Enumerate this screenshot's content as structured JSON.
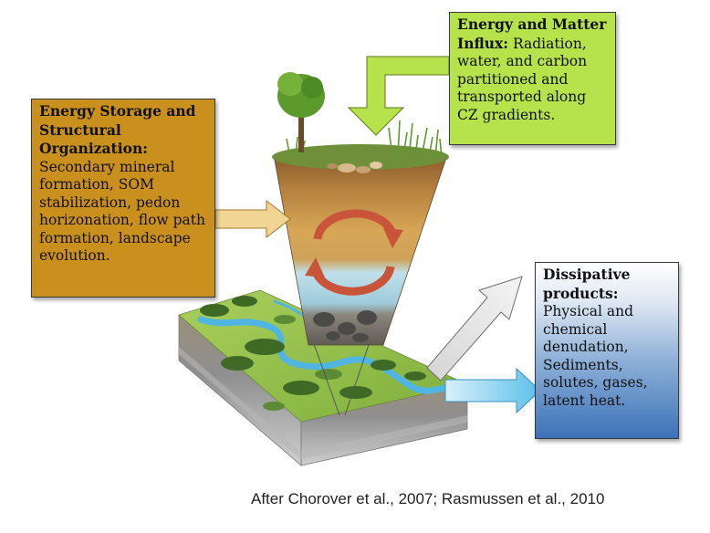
{
  "storage_box": {
    "title": "Energy Storage and Structural Organization:",
    "body": "Secondary mineral formation, SOM stabilization, pedon horizonation, flow path formation, landscape evolution."
  },
  "influx_box": {
    "title": "Energy and Matter Influx:",
    "body": "Radiation, water, and carbon partitioned and transported along CZ gradients."
  },
  "dissipative_box": {
    "title": "Dissipative products:",
    "body": "Physical and chemical denudation, Sediments, solutes, gases, latent heat."
  },
  "citation": "After  Chorover et al., 2007; Rasmussen et al., 2010",
  "colors": {
    "storage_box": "#c9901e",
    "influx_box": "#b6e34c",
    "dissipative_top": "#ffffff",
    "dissipative_bottom": "#3b72b8",
    "cycle_arrows": "#c8553a"
  }
}
